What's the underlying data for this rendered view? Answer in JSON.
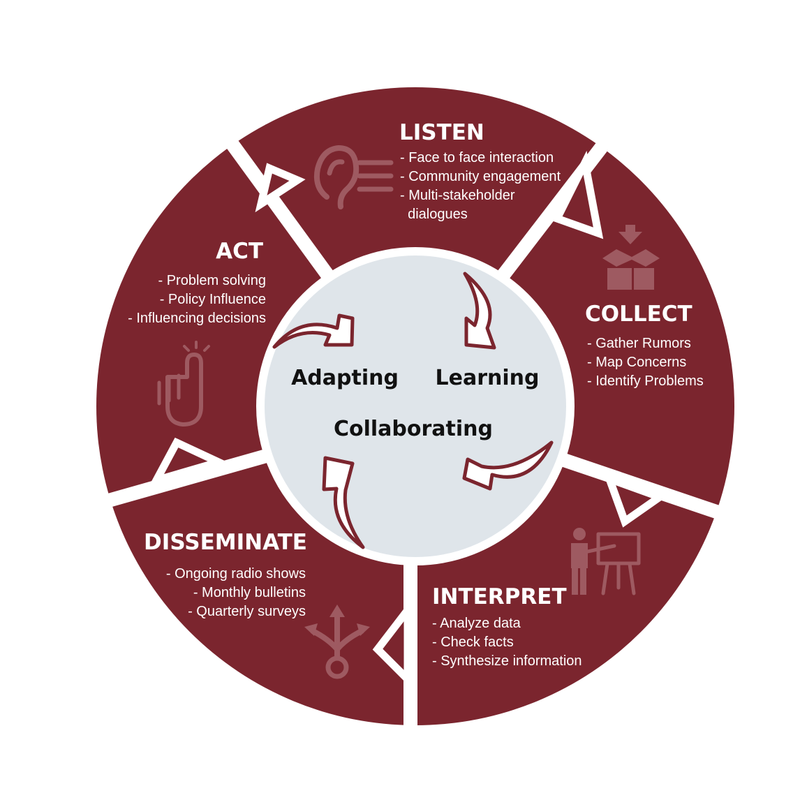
{
  "colors": {
    "segment": "#7b252e",
    "divider": "#ffffff",
    "center_fill": "#dfe5ea",
    "center_text": "#111111",
    "arrow": "#7b252e",
    "icon_ghost": "#9e5a61"
  },
  "center": {
    "words": [
      "Adapting",
      "Learning",
      "Collaborating"
    ]
  },
  "segments": [
    {
      "key": "listen",
      "title": "LISTEN",
      "icon": "ear-icon",
      "items": [
        "- Face to face interaction",
        "- Community engagement",
        "- Multi-stakeholder",
        "  dialogues"
      ]
    },
    {
      "key": "collect",
      "title": "COLLECT",
      "icon": "box-download-icon",
      "items": [
        "- Gather Rumors",
        "- Map Concerns",
        "- Identify Problems"
      ]
    },
    {
      "key": "interpret",
      "title": "INTERPRET",
      "icon": "presenter-board-icon",
      "items": [
        "- Analyze data",
        "- Check facts",
        "- Synthesize information"
      ]
    },
    {
      "key": "disseminate",
      "title": "DISSEMINATE",
      "icon": "branching-arrows-icon",
      "items": [
        "- Ongoing radio shows",
        "- Monthly bulletins",
        "- Quarterly surveys"
      ]
    },
    {
      "key": "act",
      "title": "ACT",
      "icon": "raised-hand-icon",
      "items": [
        "- Problem solving",
        "- Policy Influence",
        "- Influencing decisions"
      ]
    }
  ]
}
